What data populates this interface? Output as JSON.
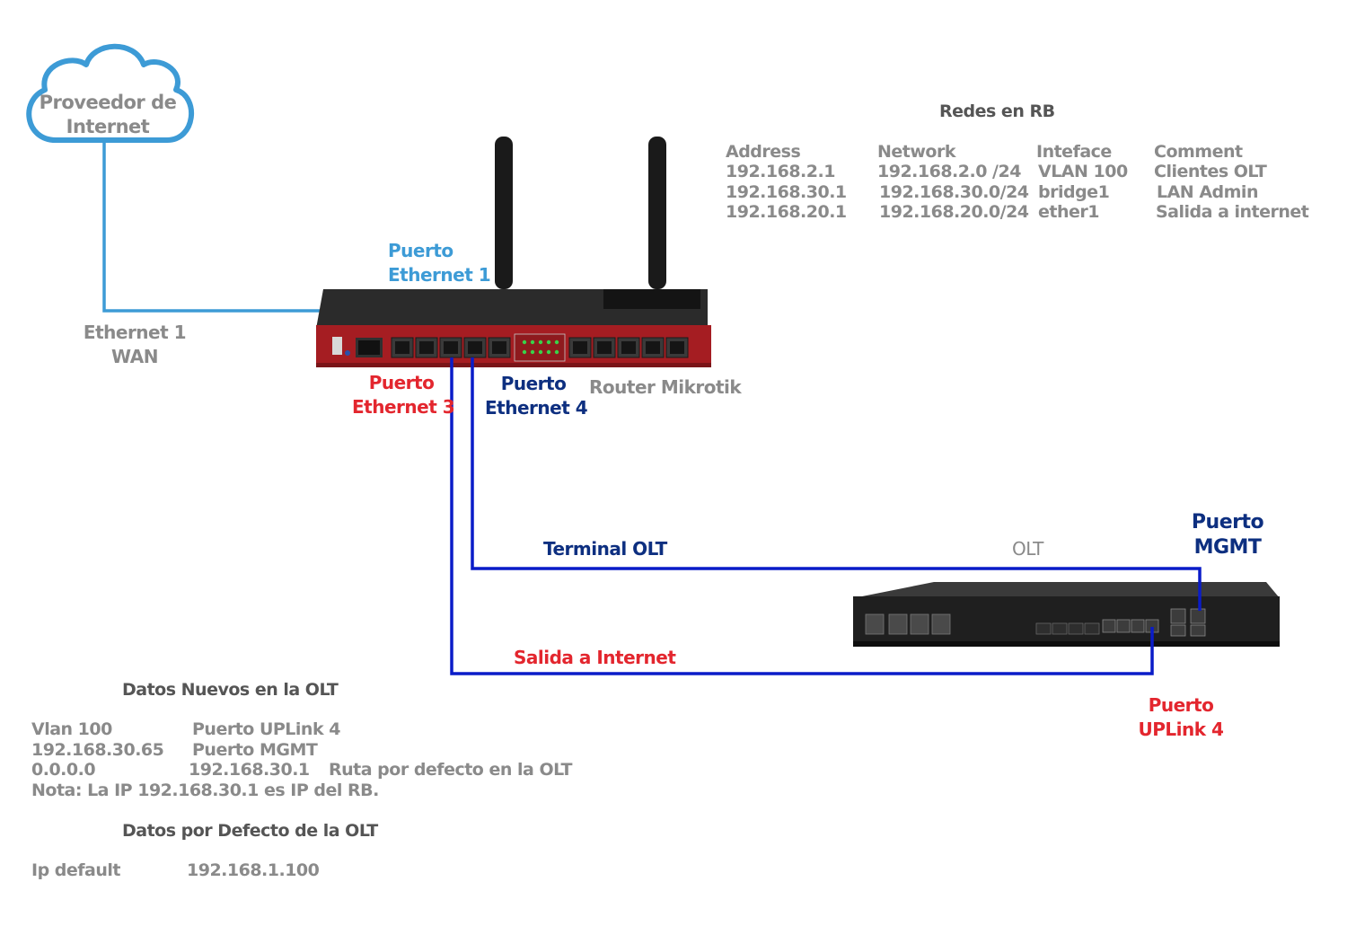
{
  "cloud": {
    "label_line1": "Proveedor de",
    "label_line2": "Internet"
  },
  "router": {
    "name": "Router Mikrotik",
    "ports": [
      "ETH1",
      "ETH2",
      "ETH3",
      "ETH4",
      "ETH5",
      "ETH6",
      "ETH7",
      "ETH8",
      "ETH9",
      "ETH10"
    ]
  },
  "labels": {
    "wan_line1": "Ethernet 1",
    "wan_line2": "WAN",
    "eth1_line1": "Puerto",
    "eth1_line2": "Ethernet 1",
    "eth3_line1": "Puerto",
    "eth3_line2": "Ethernet 3",
    "eth4_line1": "Puerto",
    "eth4_line2": "Ethernet 4",
    "terminal_olt": "Terminal OLT",
    "olt": "OLT",
    "mgmt_line1": "Puerto",
    "mgmt_line2": "MGMT",
    "salida": "Salida a Internet",
    "uplink_line1": "Puerto",
    "uplink_line2": "UPLink 4"
  },
  "colors": {
    "cloud": "#3d9bd6",
    "wan_cable": "#3d9bd6",
    "lan_cable": "#0a1cc8",
    "router_body": "#a51d22",
    "olt_body": "#1f1f1f"
  },
  "networks": {
    "title": "Redes en RB",
    "headers": [
      "Address",
      "Network",
      "Inteface",
      "Comment"
    ],
    "rows": [
      [
        "192.168.2.1",
        "192.168.2.0 /24",
        "VLAN 100",
        "Clientes OLT"
      ],
      [
        "192.168.30.1",
        "192.168.30.0/24",
        "bridge1",
        "LAN Admin"
      ],
      [
        "192.168.20.1",
        "192.168.20.0/24",
        "ether1",
        "Salida a internet"
      ]
    ]
  },
  "olt_new": {
    "title": "Datos Nuevos en  la OLT",
    "rows": [
      [
        "Vlan 100",
        "Puerto UPLink 4",
        ""
      ],
      [
        "192.168.30.65",
        "Puerto MGMT",
        ""
      ],
      [
        "0.0.0.0",
        "192.168.30.1",
        "Ruta  por defecto en la OLT"
      ]
    ],
    "note": "Nota: La IP 192.168.30.1 es IP del RB."
  },
  "olt_default": {
    "title": "Datos por Defecto de la OLT",
    "label": "Ip default",
    "value": "192.168.1.100"
  }
}
